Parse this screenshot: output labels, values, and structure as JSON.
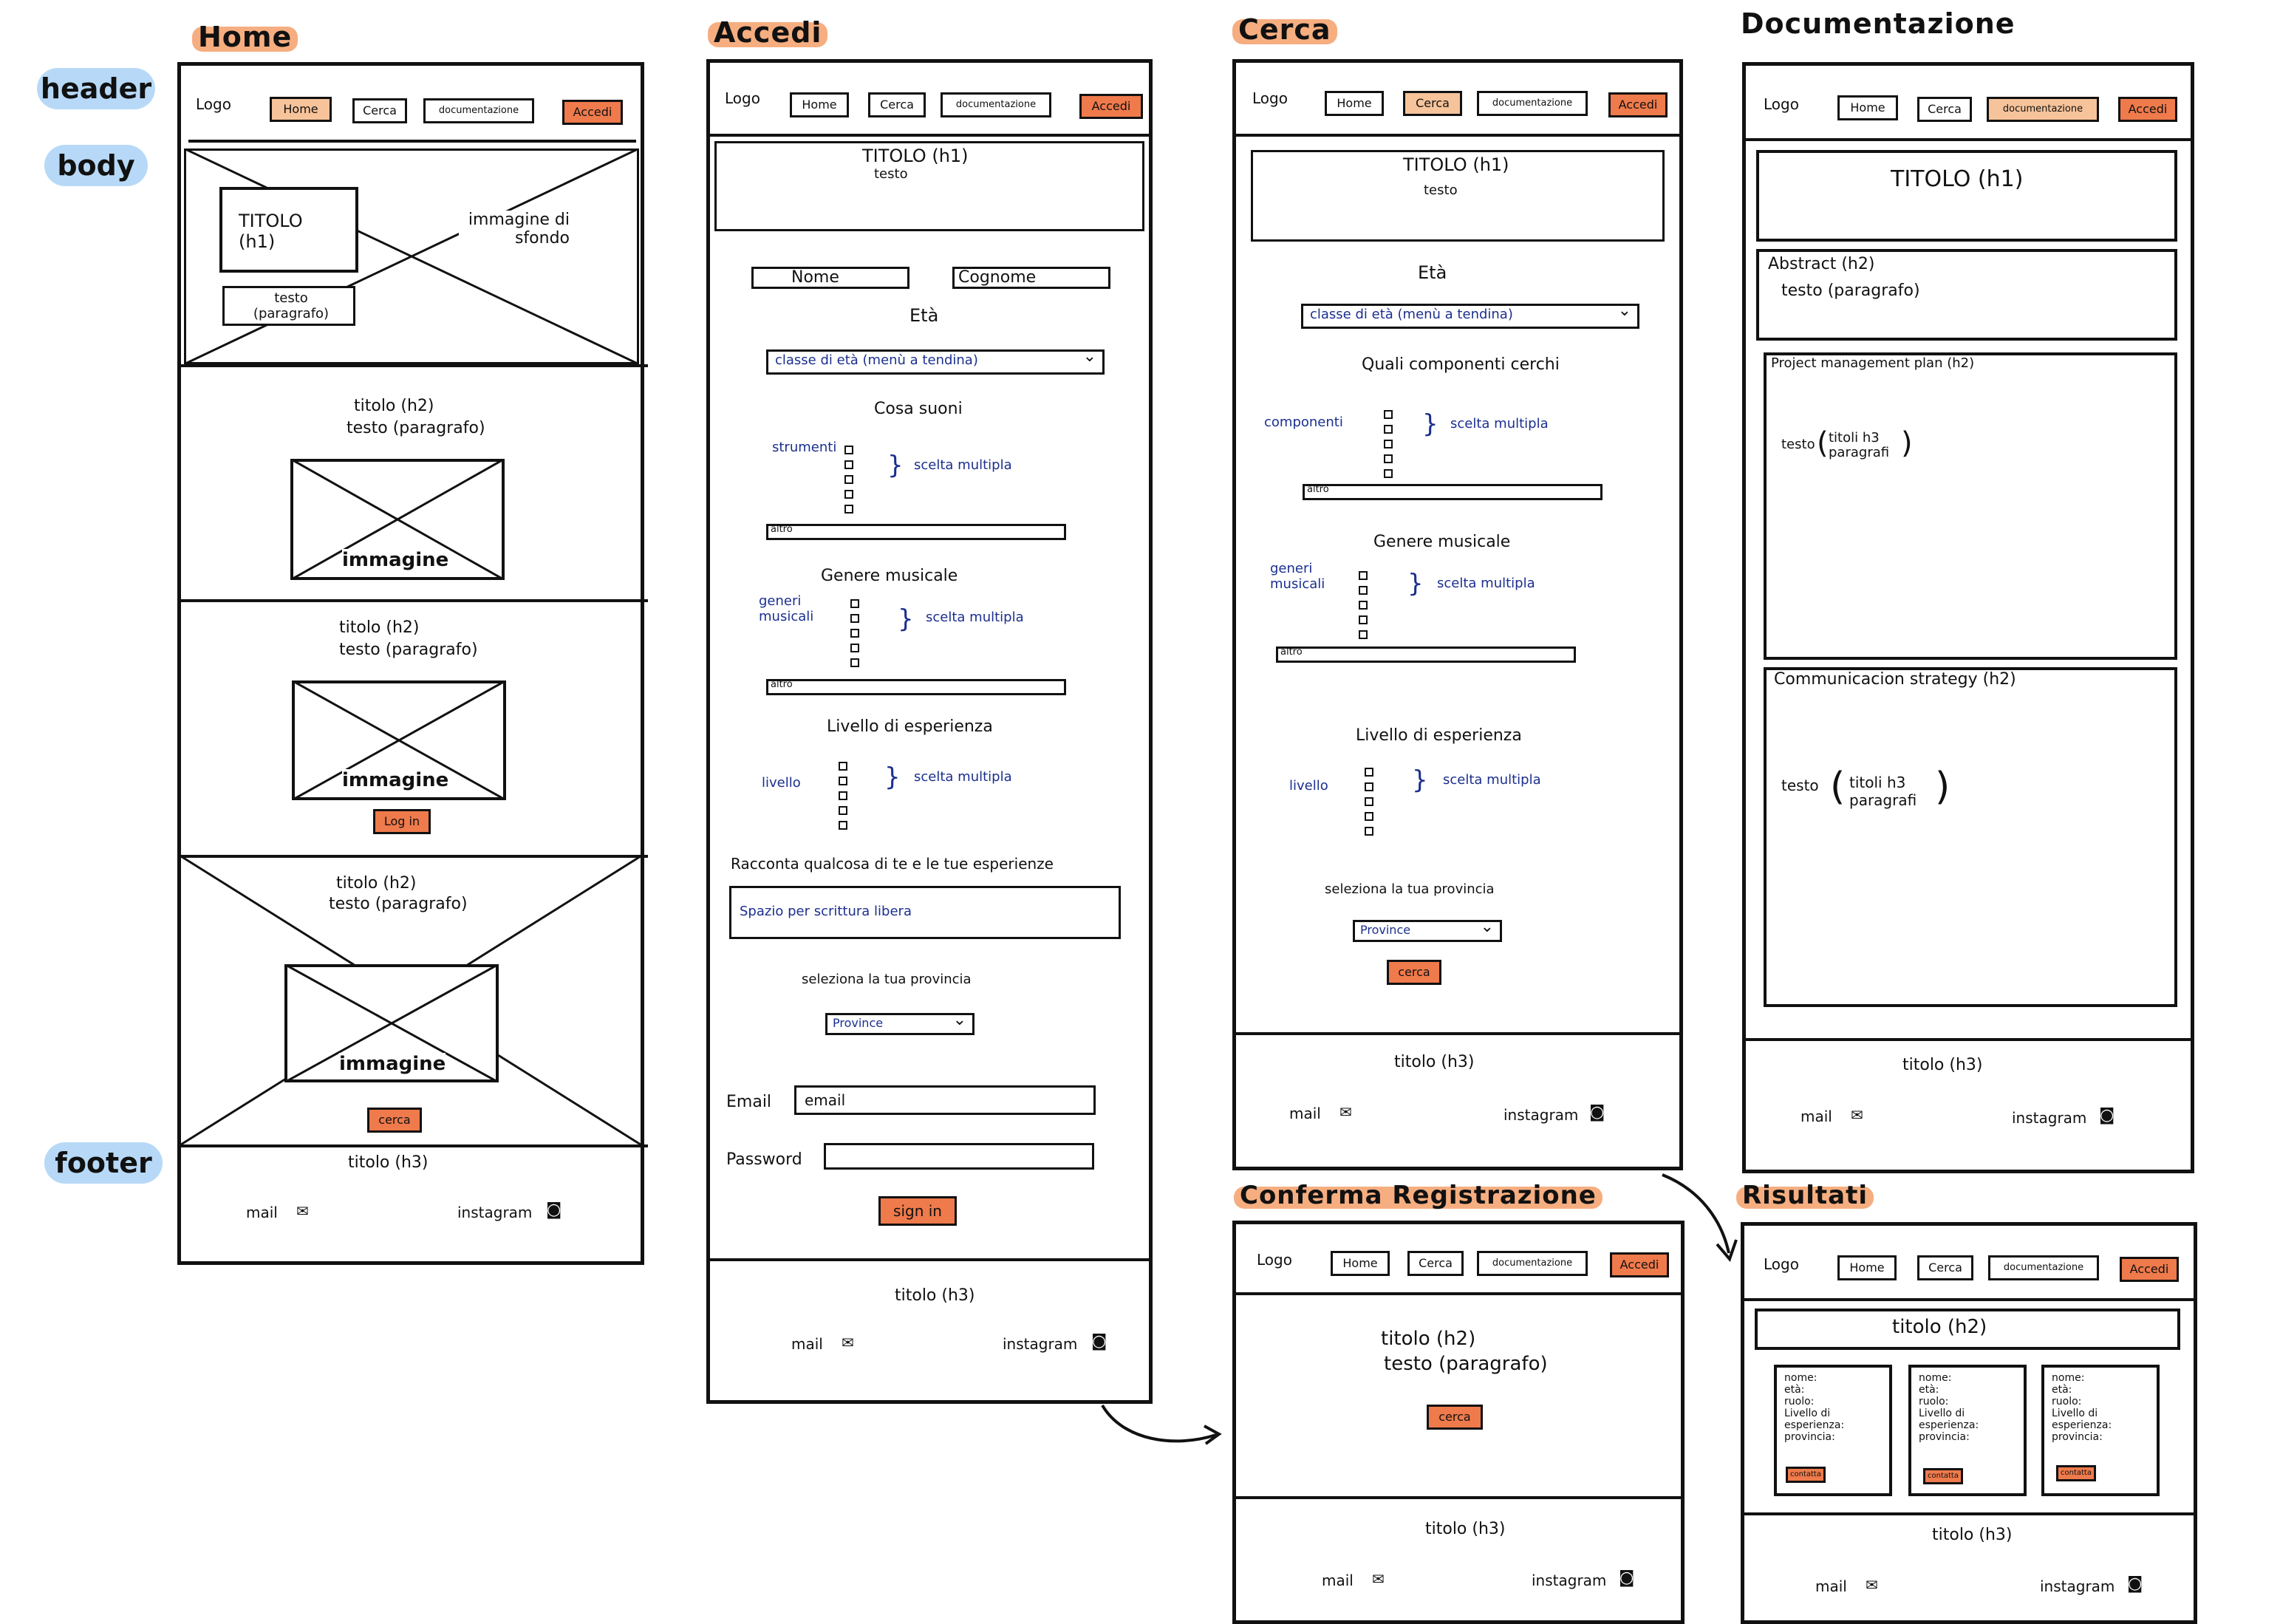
{
  "legend": {
    "header": "header",
    "body": "body",
    "footer": "footer"
  },
  "nav": {
    "logo": "Logo",
    "home": "Home",
    "cerca": "Cerca",
    "documentazione": "documentazione",
    "accedi": "Accedi"
  },
  "home": {
    "section_title": "Home",
    "hero_title": "TITOLO (h1)",
    "hero_text": "testo (paragrafo)",
    "hero_image": "immagine di sfondo",
    "s1_title": "titolo (h2)",
    "s1_text": "testo (paragrafo)",
    "s1_image": "immagine",
    "s2_title": "titolo (h2)",
    "s2_text": "testo (paragrafo)",
    "s2_image": "immagine",
    "s2_button": "Log in",
    "s3_title": "titolo (h2)",
    "s3_text": "testo (paragrafo)",
    "s3_image": "immagine",
    "s3_button": "cerca"
  },
  "footer": {
    "title": "titolo (h3)",
    "mail": "mail",
    "instagram": "instagram"
  },
  "accedi": {
    "section_title": "Accedi",
    "title": "TITOLO (h1)",
    "text": "testo",
    "nome": "Nome",
    "cognome": "Cognome",
    "eta": "Età",
    "eta_select": "classe di età (menù a tendina)",
    "cosa_suoni": "Cosa suoni",
    "strumenti": "strumenti",
    "scelta_multipla": "scelta multipla",
    "altro": "altro",
    "genere": "Genere musicale",
    "generi": "generi musicali",
    "livello_title": "Livello di esperienza",
    "livello": "livello",
    "racconta": "Racconta qualcosa di te e le tue esperienze",
    "spazio": "Spazio per scrittura libera",
    "provincia_label": "seleziona la tua provincia",
    "province": "Province",
    "email_label": "Email",
    "email_value": "email",
    "password_label": "Password",
    "sign_in": "sign in"
  },
  "cerca": {
    "section_title": "Cerca",
    "title": "TITOLO (h1)",
    "text": "testo",
    "eta": "Età",
    "eta_select": "classe di età (menù a tendina)",
    "componenti_title": "Quali componenti cerchi",
    "componenti": "componenti",
    "scelta_multipla": "scelta multipla",
    "altro": "altro",
    "genere": "Genere musicale",
    "generi": "generi musicali",
    "livello_title": "Livello di esperienza",
    "livello": "livello",
    "provincia_label": "seleziona la tua provincia",
    "province": "Province",
    "button": "cerca"
  },
  "documentazione": {
    "section_title": "Documentazione",
    "title": "TITOLO (h1)",
    "abstract": "Abstract (h2)",
    "abstract_text": "testo (paragrafo)",
    "pmp": "Project management plan (h2)",
    "pmp_text": "testo",
    "pmp_paren": "titoli h3 paragrafi",
    "comm": "Communicacion strategy (h2)",
    "comm_text": "testo",
    "comm_paren": "titoli h3 paragrafi"
  },
  "conferma": {
    "section_title": "Conferma Registrazione",
    "title": "titolo (h2)",
    "text": "testo (paragrafo)",
    "button": "cerca"
  },
  "risultati": {
    "section_title": "Risultati",
    "title": "titolo (h2)",
    "card_lines": [
      "nome:",
      "età:",
      "ruolo:",
      "Livello di esperienza:",
      "provincia:"
    ],
    "card_button": "contatta"
  },
  "colors": {
    "orange": "#ef7a4b",
    "peach": "#f6c39a",
    "highlight": "#f4a06a",
    "legend_blue": "#b7d9f7",
    "ink_blue": "#1b2f8f"
  }
}
